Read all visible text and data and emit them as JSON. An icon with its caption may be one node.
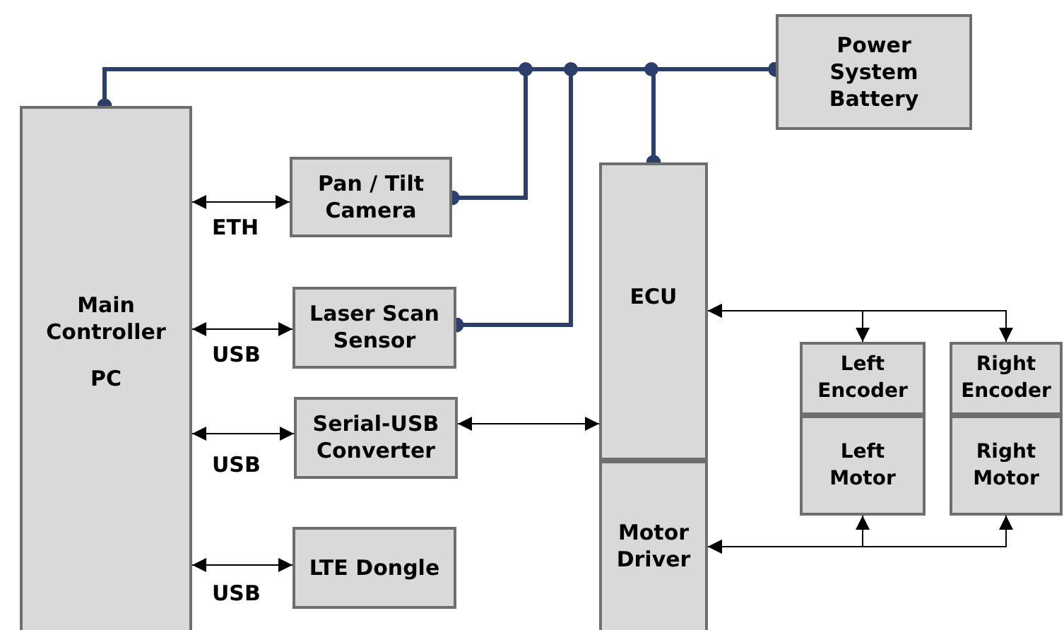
{
  "diagram": {
    "nodes": [
      {
        "text": [
          "Power System Battery"
        ]
      },
      {
        "text": [
          "Main Controller",
          "PC"
        ]
      },
      {
        "text": [
          "Pan / Tilt Camera"
        ]
      },
      {
        "text": [
          "Laser Scan Sensor"
        ]
      },
      {
        "text": [
          "Serial-USB Converter"
        ]
      },
      {
        "text": [
          "LTE Dongle"
        ]
      },
      {
        "text": [
          "ECU"
        ]
      },
      {
        "text": [
          "Motor Driver"
        ]
      },
      {
        "text": [
          "Left Encoder"
        ]
      },
      {
        "text": [
          "Left Motor"
        ]
      },
      {
        "text": [
          "Right Encoder"
        ]
      },
      {
        "text": [
          "Right Motor"
        ]
      }
    ],
    "edges": [
      {
        "from": 1,
        "to": 2,
        "arrow": "both",
        "label": "ETH"
      },
      {
        "from": 1,
        "to": 3,
        "arrow": "both",
        "label": "USB"
      },
      {
        "from": 1,
        "to": 4,
        "arrow": "both",
        "label": "USB"
      },
      {
        "from": 1,
        "to": 5,
        "arrow": "both",
        "label": "USB"
      },
      {
        "from": 4,
        "to": 6,
        "arrow": "both"
      },
      {
        "from": 8,
        "to": 6,
        "arrow": "both"
      },
      {
        "from": 10,
        "to": 6,
        "arrow": "both"
      },
      {
        "from": 9,
        "to": 7,
        "arrow": "both"
      },
      {
        "from": 11,
        "to": 7,
        "arrow": "both"
      },
      {
        "from": 0,
        "to": 1,
        "arrow": "other",
        "color": "#2c3e6b",
        "style": "thick"
      },
      {
        "from": 0,
        "to": 2,
        "arrow": "other",
        "color": "#2c3e6b",
        "style": "thick"
      },
      {
        "from": 0,
        "to": 3,
        "arrow": "other",
        "color": "#2c3e6b",
        "style": "thick"
      },
      {
        "from": 0,
        "to": 6,
        "arrow": "other",
        "color": "#2c3e6b",
        "style": "thick"
      }
    ]
  }
}
